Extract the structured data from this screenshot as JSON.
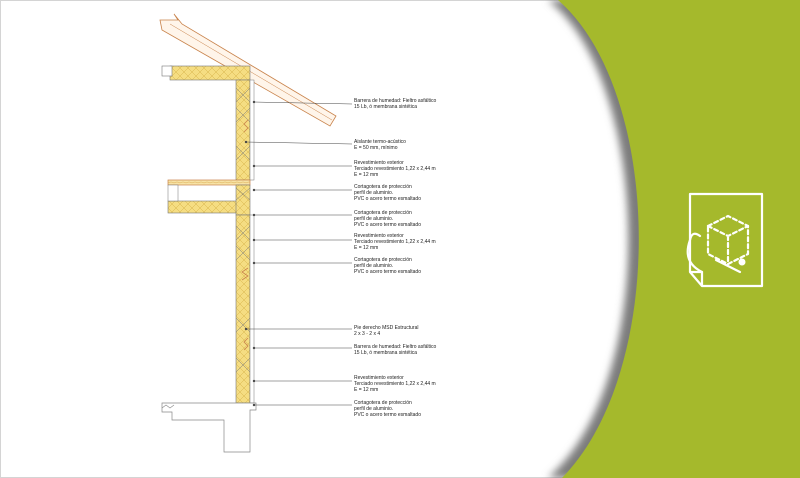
{
  "colors": {
    "panel_green": "#a5b92c",
    "panel_shadow": "#8a8a8a",
    "insulation": "#f3da7a",
    "wood_line": "#c8824a",
    "line": "#555555"
  },
  "icon": "document-cube-icon",
  "annotations": [
    {
      "lines": [
        "Barrera de humedad: Fieltro asfáltico",
        "15 Lb, ó membrana sintética"
      ]
    },
    {
      "lines": [
        "Aislante termo-acústico",
        "E = 50 mm, mínimo"
      ]
    },
    {
      "lines": [
        "Revestimiento exterior",
        "Terciado revestimiento 1,22 x 2,44 m",
        "E =  12 mm"
      ]
    },
    {
      "lines": [
        "Cortagotera de protección",
        "perfil de aluminio.",
        "PVC o acero termo esmaltado"
      ]
    },
    {
      "lines": [
        "Cortagotera de protección",
        "perfil de aluminio.",
        "PVC o acero termo esmaltado"
      ]
    },
    {
      "lines": [
        "Revestimiento exterior",
        "Terciado revestimiento 1,22 x 2,44 m",
        "E =  12 mm"
      ]
    },
    {
      "lines": [
        "Cortagotera de protección",
        "perfil de aluminio.",
        "PVC o acero termo esmaltado"
      ]
    },
    {
      "lines": [
        "Pie derecho MSD Estructural",
        "2 x 3 - 2 x 4"
      ]
    },
    {
      "lines": [
        "Barrera de humedad: Fieltro asfáltico",
        "15 Lb, ó membrana sintética"
      ]
    },
    {
      "lines": [
        "Revestimiento exterior",
        "Terciado revestimiento 1,22 x 2,44 m",
        "E =  12 mm"
      ]
    },
    {
      "lines": [
        "Cortagotera de protección",
        "perfil de aluminio.",
        "PVC o acero termo esmaltado"
      ]
    }
  ]
}
